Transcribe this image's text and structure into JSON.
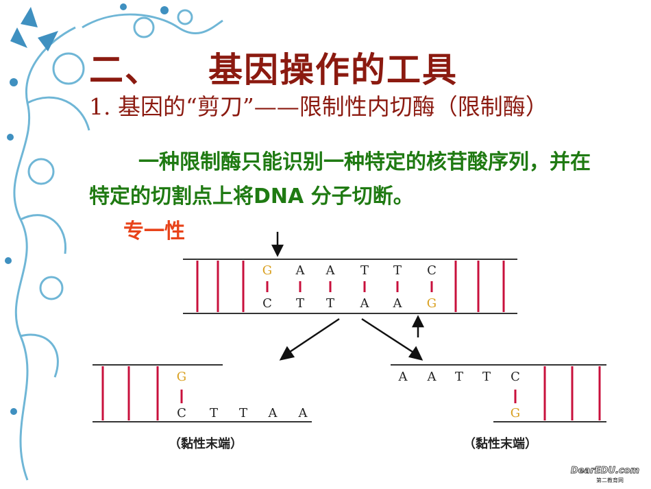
{
  "slide": {
    "title_part1": "二、",
    "title_part2": "基因操作的工具",
    "subtitle": "1. 基因的“剪刀”——限制性内切酶（限制酶）",
    "description": "一种限制酶只能识别一种特定的核苷酸序列，并在特定的切割点上将DNA  分子切断。",
    "keyword": "专一性"
  },
  "diagram": {
    "top_strand": [
      "G",
      "A",
      "A",
      "T",
      "T",
      "C"
    ],
    "bottom_strand": [
      "C",
      "T",
      "T",
      "A",
      "A",
      "G"
    ],
    "left_fragment": {
      "top": [
        "G"
      ],
      "bottom": [
        "C",
        "T",
        "T",
        "A",
        "A"
      ],
      "caption": "（黏性末端）"
    },
    "right_fragment": {
      "top": [
        "A",
        "A",
        "T",
        "T",
        "C"
      ],
      "bottom": [
        "G"
      ],
      "caption": "（黏性末端）"
    }
  },
  "footer": {
    "logo_text": "DearEDU.com",
    "logo_sub": "第二教育网"
  },
  "colors": {
    "title": "#8b1a10",
    "description": "#1f7a12",
    "keyword": "#e8431a",
    "rung": "#c8103c",
    "g_base": "#d9a020"
  }
}
